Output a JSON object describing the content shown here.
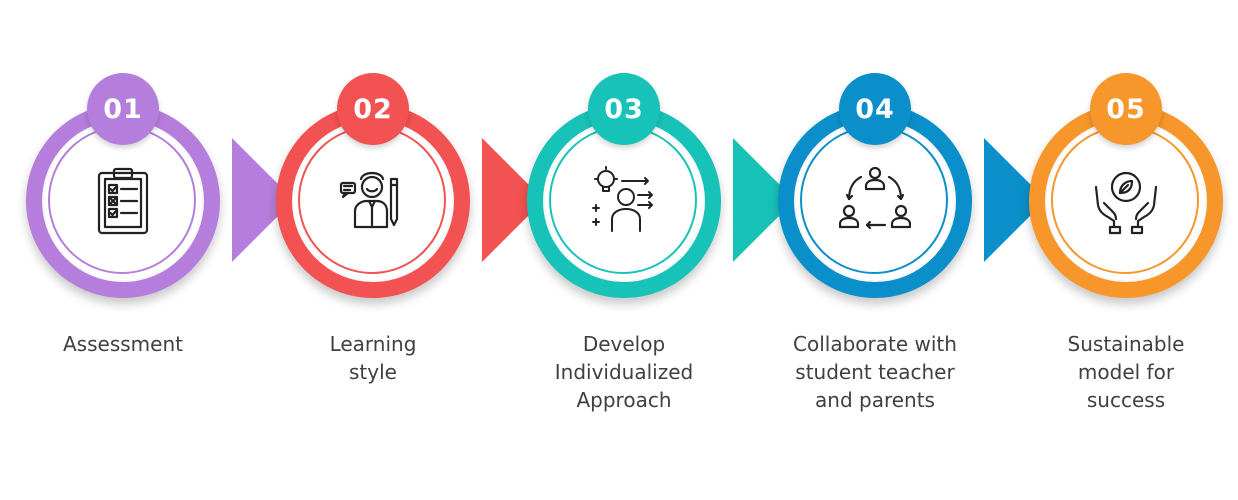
{
  "steps": [
    {
      "number": "01",
      "label": "Assessment",
      "color": "#b57edc",
      "icon": "clipboard-checklist-icon"
    },
    {
      "number": "02",
      "label": "Learning\nstyle",
      "color": "#f25252",
      "icon": "student-pencil-icon"
    },
    {
      "number": "03",
      "label": "Develop\nIndividualized\nApproach",
      "color": "#17c3b8",
      "icon": "idea-person-arrows-icon"
    },
    {
      "number": "04",
      "label": "Collaborate with\nstudent teacher\nand parents",
      "color": "#0b8fca",
      "icon": "people-cycle-icon"
    },
    {
      "number": "05",
      "label": "Sustainable\nmodel for\nsuccess",
      "color": "#f7962a",
      "icon": "hands-leaf-icon"
    }
  ]
}
